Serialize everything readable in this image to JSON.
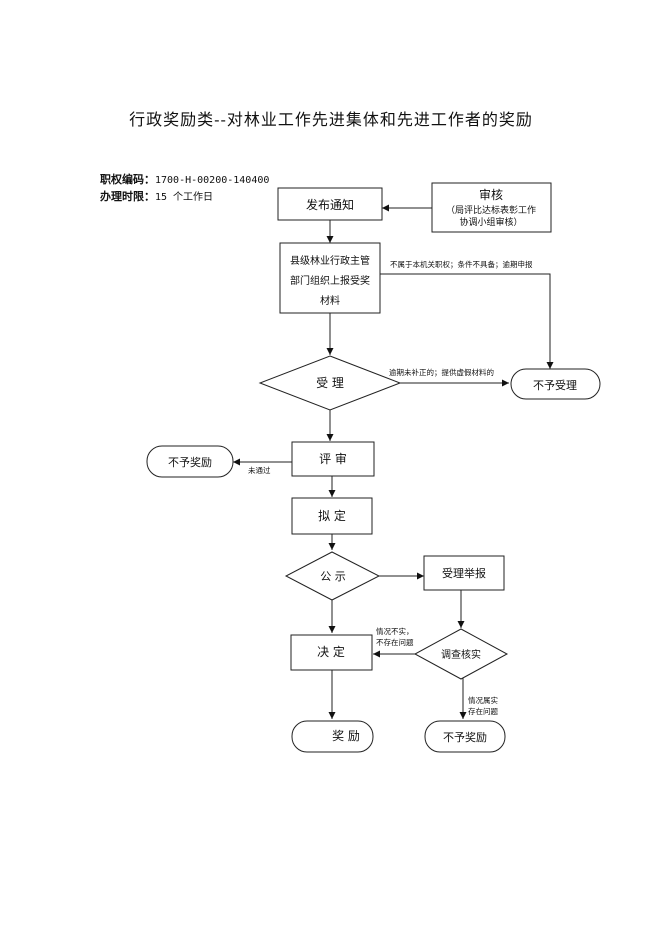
{
  "title": "行政奖励类--对林业工作先进集体和先进工作者的奖励",
  "meta": {
    "code_label": "职权编码：",
    "code_value": "1700-H-00200-140400",
    "time_label": "办理时限：",
    "time_value": "15 个工作日"
  },
  "nodes": {
    "publish": "发布通知",
    "audit_title": "审核",
    "audit_line1": "（局评比达标表彰工作",
    "audit_line2": "协调小组审核）",
    "submit_line1": "县级林业行政主管",
    "submit_line2": "部门组织上报受奖",
    "submit_line3": "材料",
    "accept": "受 理",
    "not_accept": "不予受理",
    "review": "评 审",
    "no_award_left": "不予奖励",
    "draft": "拟 定",
    "publicize": "公 示",
    "accept_report": "受理举报",
    "investigate": "调查核实",
    "decide": "决 定",
    "award": "奖 励",
    "no_award_bottom": "不予奖励"
  },
  "edge_labels": {
    "not_jurisdiction": "不属于本机关职权；条件不具备；逾期申报",
    "overdue": "逾期未补正的；提供虚假材料的",
    "not_passed": "未通过",
    "untrue_1": "情况不实，",
    "untrue_2": "不存在问题",
    "true_1": "情况属实",
    "true_2": "存在问题"
  }
}
